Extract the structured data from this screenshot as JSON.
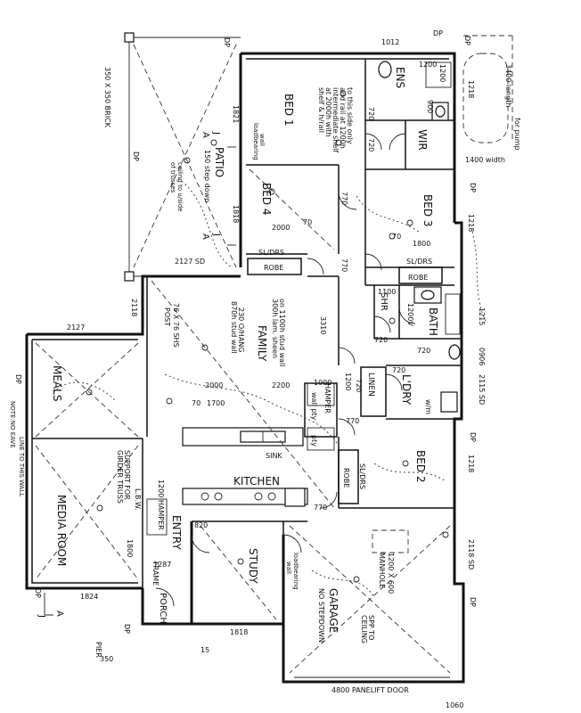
{
  "rooms": {
    "bed1": "BED 1",
    "ens": "ENS",
    "wir": "WIR",
    "bed4": "BED 4",
    "bed3": "BED 3",
    "bed2": "BED 2",
    "patio": "PATIO",
    "meals": "MEALS",
    "media": "MEDIA ROOM",
    "family": "FAMILY",
    "kitchen": "KITCHEN",
    "linen": "LINEN",
    "ldry": "L'DRY",
    "bath": "BATH",
    "shr": "SHR",
    "study": "STUDY",
    "garage": "GARAGE",
    "entry": "ENTRY",
    "porch": "PORCH"
  },
  "notes": {
    "brick": "350 X 350 BRICK",
    "pump": "for pump",
    "length": "3400 length",
    "width_note": "1400 width",
    "shelf1": "shelf & h/rail",
    "shelf2": "at 2000h with",
    "shelf3": "intermediate shelf",
    "shelf4": "and rail at 1200h",
    "shelf5": "to this side only",
    "lb1": "loadbearing",
    "lb2": "wall",
    "patio_step": "150 step down",
    "ceiling1": "ceiling to u/side",
    "ceiling2": "of trusses",
    "post1": "76 X 76 SHS",
    "post2": "POST",
    "lintel1": "300h lam. sheen",
    "lintel2": "on 1100h stud wall",
    "fam1": "870h stud wall",
    "fam2": "230 O/HANG",
    "note_eave": "NOTE:NO EAVE",
    "note_line": "LINE TO THIS WALL",
    "support1": "SUPPORT FOR",
    "support2": "GIRDER TRUSS",
    "lbw": "L.B.W.",
    "hamper": "1200 HAMPER",
    "manhole1": "1200 X 600",
    "manhole2": "MANHOLE",
    "nostep": "NO STEPDOWN",
    "spp1": "SPP TO",
    "spp2": "CEILING",
    "sink": "SINK",
    "robe": "ROBE",
    "sldrs": "SL/DRS",
    "wall_pty": "wall pty",
    "pty": "pty",
    "frame": "FRAME",
    "panelift": "4800 PANELIFT DOOR",
    "wm": "w/m",
    "pier": "PIER",
    "hamper_lbl": "HAMPER"
  },
  "dims": {
    "d1012": "1012",
    "d1200": "1200",
    "d720": "720",
    "d900": "900",
    "d1821": "1821",
    "d1818": "1818",
    "d2000": "2000",
    "d70": "70",
    "d770": "770",
    "d1800": "1800",
    "d2127sd": "2127 SD",
    "d2127": "2127",
    "d2118": "2118",
    "d3310": "3310",
    "d1100": "1100",
    "d1200v": "1200V",
    "d1215": "1215",
    "d0906": "0906",
    "d2115sd": "2115 SD",
    "d1000": "1000",
    "d2200": "2200",
    "d1700": "1700",
    "d1218": "1218",
    "d2118sd": "2118 SD",
    "d1824": "1824",
    "d820": "820",
    "d1287": "1287",
    "d350": "350",
    "d1060": "1060",
    "d15": "15"
  },
  "markers": {
    "dp": "DP",
    "a": "A",
    "j": "J"
  }
}
